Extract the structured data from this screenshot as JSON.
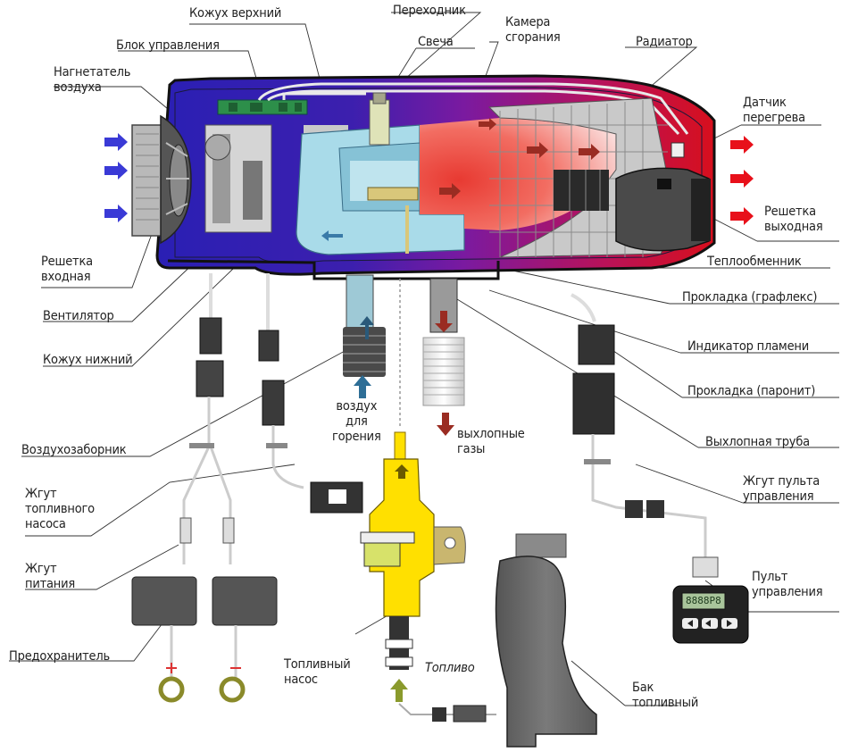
{
  "labels": {
    "upper_housing": "Кожух верхний",
    "adapter": "Переходник",
    "combustion_chamber": "Камера\nсгорания",
    "radiator": "Радиатор",
    "control_unit": "Блок управления",
    "glow_plug": "Свеча",
    "air_blower": "Нагнетатель\nвоздуха",
    "overheat_sensor": "Датчик\nперегрева",
    "inlet_grille": "Решетка\nвходная",
    "outlet_grille": "Решетка\nвыходная",
    "heat_exchanger": "Теплообменник",
    "fan": "Вентилятор",
    "gasket_graflex": "Прокладка (графлекс)",
    "lower_housing": "Кожух нижний",
    "flame_indicator": "Индикатор пламени",
    "gasket_paronite": "Прокладка (паронит)",
    "combustion_air": "воздух\nдля\nгорения",
    "exhaust_gases": "выхлопные\nгазы",
    "air_intake": "Воздухозаборник",
    "exhaust_pipe": "Выхлопная труба",
    "fuel_pump_harness": "Жгут\nтопливного\nнасоса",
    "control_panel_harness": "Жгут пульта\nуправления",
    "power_harness": "Жгут\nпитания",
    "control_panel": "Пульт\nуправления",
    "fuse": "Предохранитель",
    "fuel_pump": "Топливный\nнасос",
    "fuel": "Топливо",
    "fuel_tank": "Бак\nтопливный"
  },
  "panel_display": "8888P8",
  "colors": {
    "cold_air": "#3a3ad6",
    "hot_air": "#e8101a",
    "housing_blue": "#2c1fb0",
    "housing_red": "#c8101e",
    "chamber_blue": "#a9dbe9",
    "flame_red": "#e8453a",
    "pump_yellow": "#ffe000",
    "exhaust_arrow": "#9a2c22",
    "fuel_arrow": "#8a9a2c"
  }
}
